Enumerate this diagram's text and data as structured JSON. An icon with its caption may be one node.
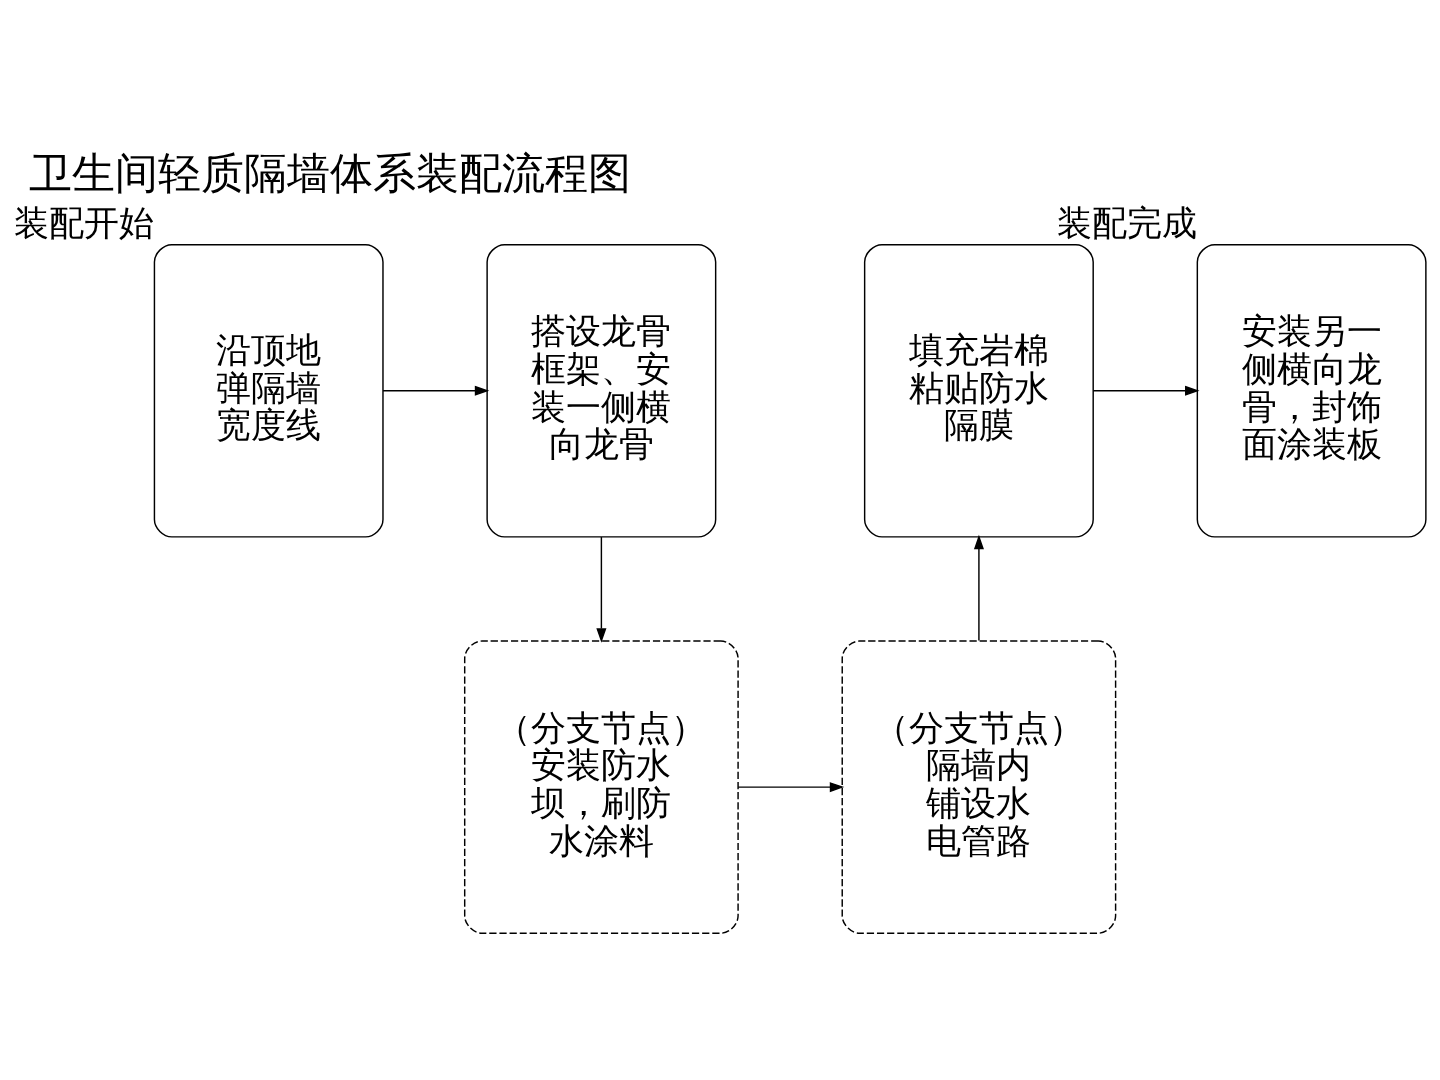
{
  "diagram": {
    "title": "卫生间轻质隔墙体系装配流程图",
    "nodes": [
      {
        "text": [
          "沿顶地弹隔墙宽度线"
        ],
        "beside": [
          "装配开始"
        ]
      },
      {
        "text": [
          "搭设龙骨框架、安装一侧横向龙骨"
        ]
      },
      {
        "text": [
          "填充岩棉粘贴防水隔膜"
        ]
      },
      {
        "text": [
          "安装另一侧横向龙骨，封饰面涂装板"
        ],
        "beside": [
          "装配完成"
        ]
      },
      {
        "text": [
          "（分支节点）",
          "安装防水坝，刷防水涂料"
        ]
      },
      {
        "text": [
          "（分支节点）",
          "隔墙内铺设水电管路"
        ]
      }
    ],
    "edges": [
      {
        "from": 0,
        "to": 1,
        "arrow": "to"
      },
      {
        "from": 1,
        "to": 4,
        "arrow": "to"
      },
      {
        "from": 4,
        "to": 5,
        "arrow": "to"
      },
      {
        "from": 5,
        "to": 2,
        "arrow": "to"
      },
      {
        "from": 2,
        "to": 3,
        "arrow": "to"
      }
    ]
  }
}
